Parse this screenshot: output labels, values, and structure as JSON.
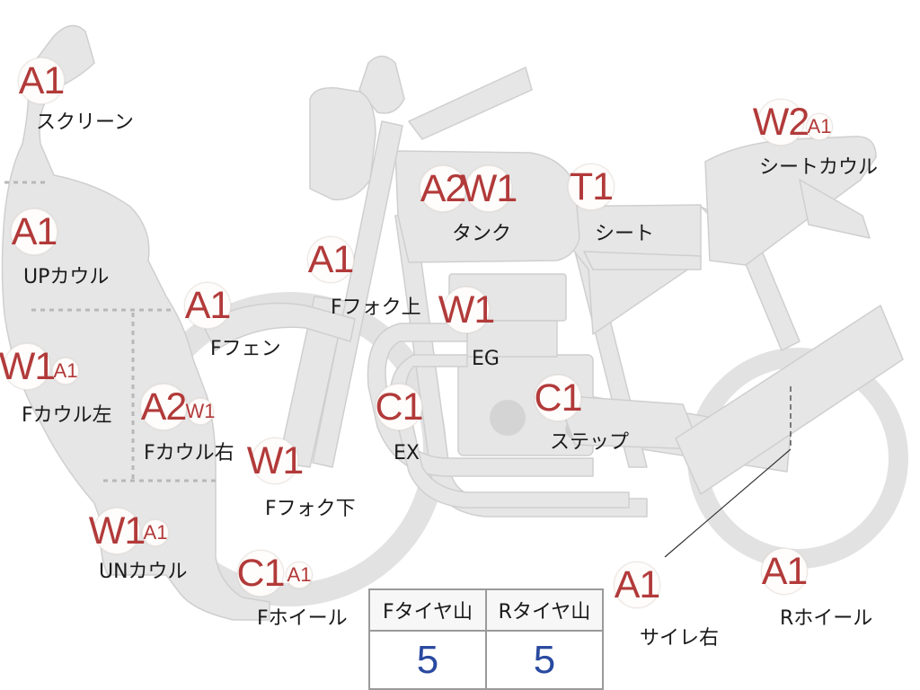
{
  "parts": [
    {
      "id": "screen",
      "label": "スクリーン",
      "badges": [
        "A1"
      ]
    },
    {
      "id": "up-cowl",
      "label": "UPカウル",
      "badges": [
        "A1"
      ]
    },
    {
      "id": "f-cowl-left",
      "label": "Fカウル左",
      "badges": [
        "W1",
        "A1"
      ]
    },
    {
      "id": "f-cowl-right",
      "label": "Fカウル右",
      "badges": [
        "A2",
        "W1"
      ]
    },
    {
      "id": "un-cowl",
      "label": "UNカウル",
      "badges": [
        "W1",
        "A1"
      ]
    },
    {
      "id": "f-fender",
      "label": "Fフェン",
      "badges": [
        "A1"
      ]
    },
    {
      "id": "f-fork-upper",
      "label": "Fフォク上",
      "badges": [
        "A1"
      ]
    },
    {
      "id": "f-fork-lower",
      "label": "Fフォク下",
      "badges": [
        "W1"
      ]
    },
    {
      "id": "f-wheel",
      "label": "Fホイール",
      "badges": [
        "C1",
        "A1"
      ]
    },
    {
      "id": "tank",
      "label": "タンク",
      "badges": [
        "A2",
        "W1"
      ]
    },
    {
      "id": "engine",
      "label": "EG",
      "badges": [
        "W1"
      ]
    },
    {
      "id": "exhaust",
      "label": "EX",
      "badges": [
        "C1"
      ]
    },
    {
      "id": "step",
      "label": "ステップ",
      "badges": [
        "C1"
      ]
    },
    {
      "id": "seat",
      "label": "シート",
      "badges": [
        "T1"
      ]
    },
    {
      "id": "seat-cowl",
      "label": "シートカウル",
      "badges": [
        "W2",
        "A1"
      ]
    },
    {
      "id": "silencer-right",
      "label": "サイレ右",
      "badges": [
        "A1"
      ]
    },
    {
      "id": "r-wheel",
      "label": "Rホイール",
      "badges": [
        "A1"
      ]
    }
  ],
  "tire_table": {
    "headers": [
      "Fタイヤ山",
      "Rタイヤ山"
    ],
    "values": [
      "5",
      "5"
    ]
  },
  "colors": {
    "body_fill": "#e6e6e6",
    "badge_text": "#b23a3a",
    "tire_value": "#2a4aa0"
  }
}
